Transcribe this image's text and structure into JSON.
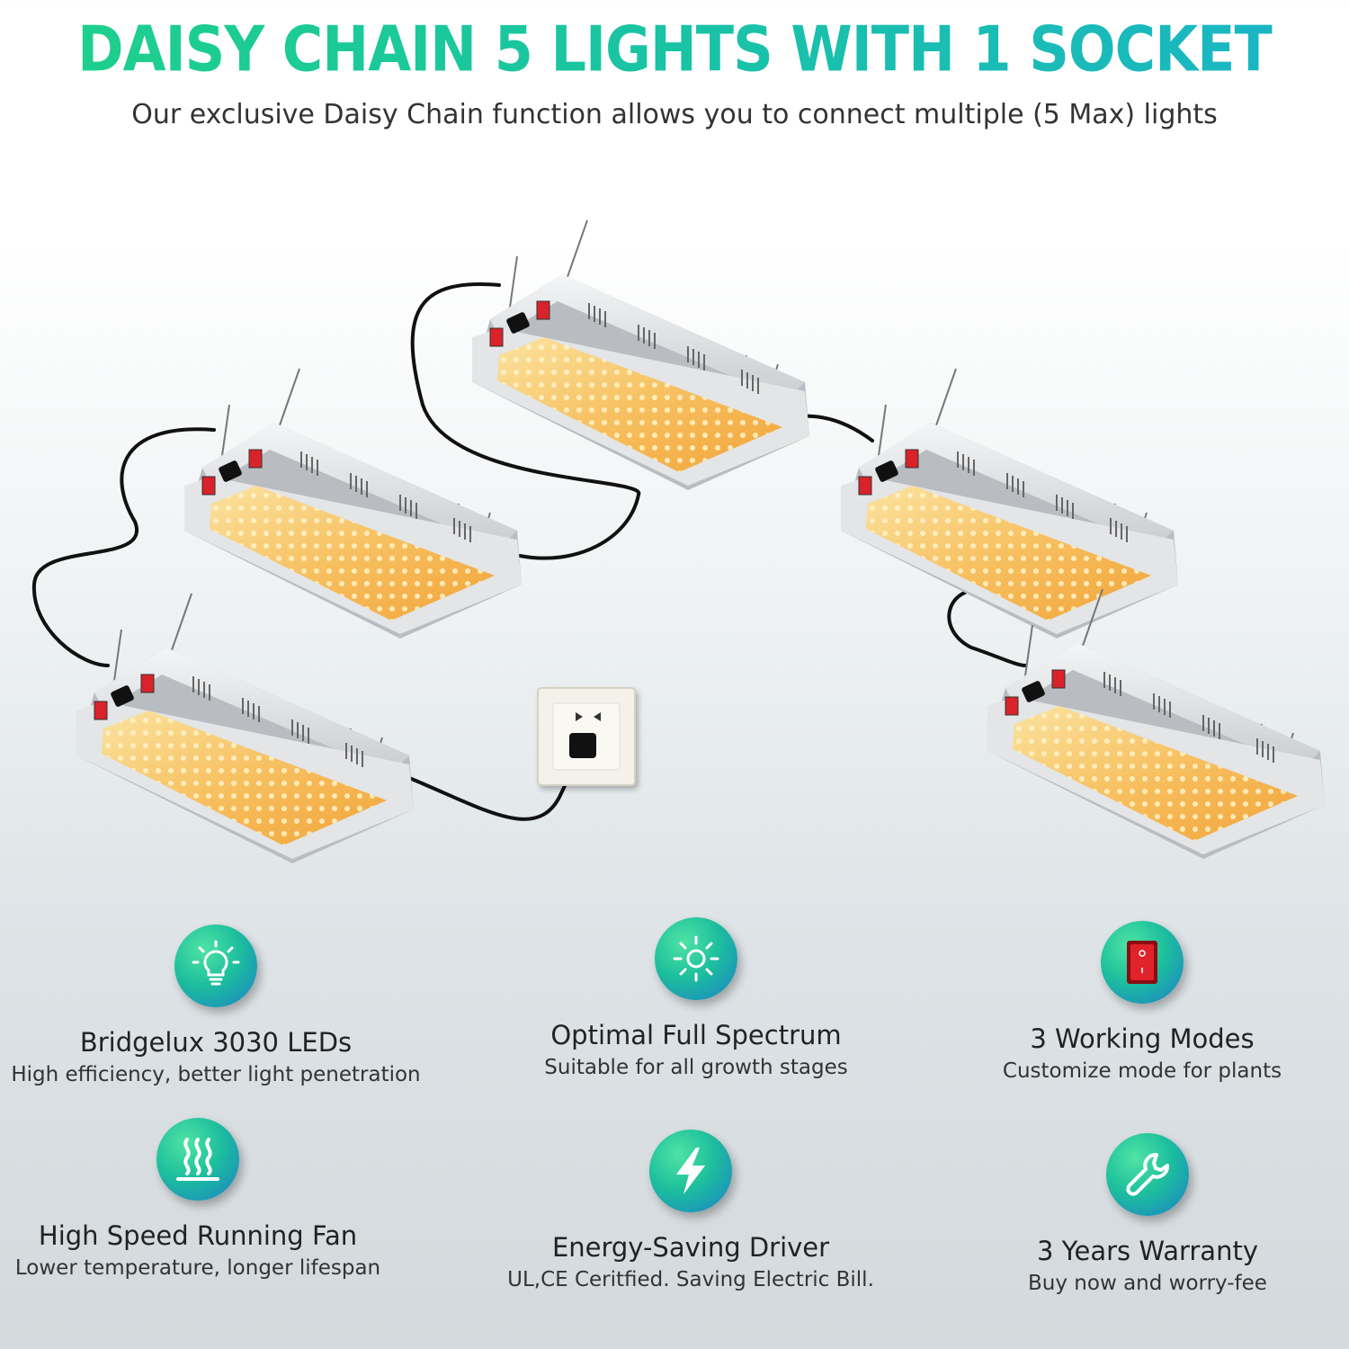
{
  "header": {
    "title": "DAISY CHAIN 5 LIGHTS WITH 1 SOCKET",
    "subtitle": "Our exclusive Daisy Chain function allows you to connect multiple (5 Max) lights"
  },
  "features": [
    {
      "icon": "lightbulb-icon",
      "title": "Bridgelux 3030 LEDs",
      "desc": "High efficiency, better light penetration"
    },
    {
      "icon": "sun-icon",
      "title": "Optimal Full Spectrum",
      "desc": "Suitable for all growth stages"
    },
    {
      "icon": "rocker-switch-icon",
      "title": "3 Working Modes",
      "desc": "Customize mode for plants"
    },
    {
      "icon": "heat-waves-icon",
      "title": "High Speed Running Fan",
      "desc": "Lower temperature, longer lifespan"
    },
    {
      "icon": "lightning-bolt-icon",
      "title": "Energy-Saving Driver",
      "desc": "UL,CE Ceritfied. Saving Electric Bill."
    },
    {
      "icon": "wrench-icon",
      "title": "3 Years Warranty",
      "desc": "Buy now and worry-fee"
    }
  ],
  "colors": {
    "accent_green": "#1ed18a",
    "accent_blue": "#1ab5c7",
    "switch_red": "#d9222a",
    "led_amber": "#f7b548"
  }
}
